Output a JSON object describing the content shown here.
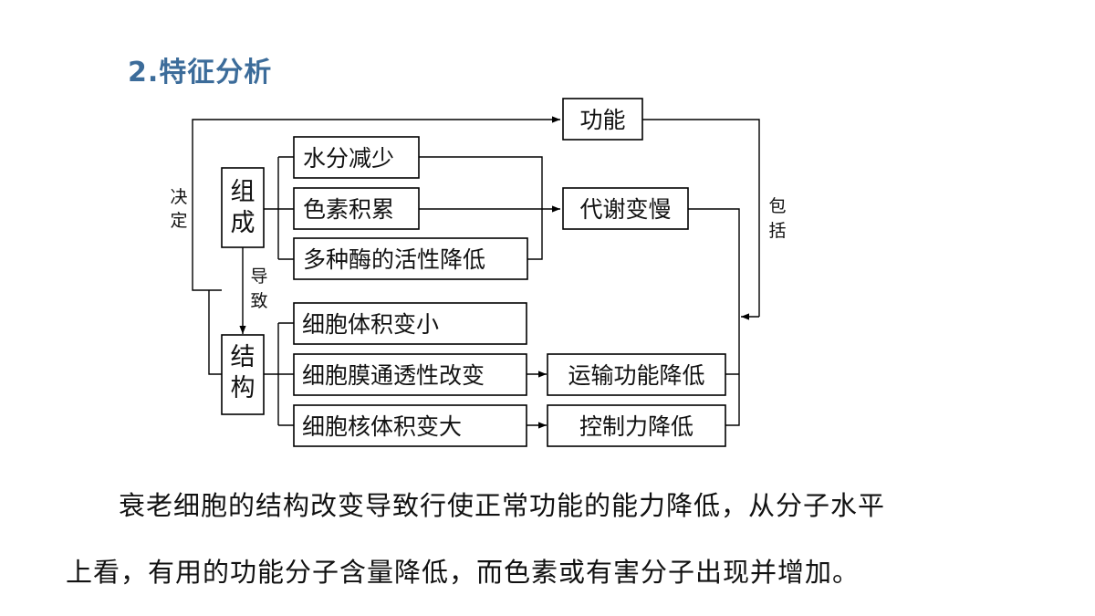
{
  "heading": "2.特征分析",
  "diagram": {
    "composition": "组成",
    "structure": "结构",
    "function": "功能",
    "metabolism_slow": "代谢变慢",
    "composition_items": [
      "水分减少",
      "色素积累",
      "多种酶的活性降低"
    ],
    "structure_items": [
      "细胞体积变小",
      "细胞膜通透性改变",
      "细胞核体积变大"
    ],
    "transport_decrease": "运输功能降低",
    "control_decrease": "控制力降低",
    "label_determine": "决定",
    "label_lead_to": "导致",
    "label_include": "包括"
  },
  "paragraph": {
    "line1": "衰老细胞的结构改变导致行使正常功能的能力降低，从分子水平",
    "line2": "上看，有用的功能分子含量降低，而色素或有害分子出现并增加。"
  }
}
